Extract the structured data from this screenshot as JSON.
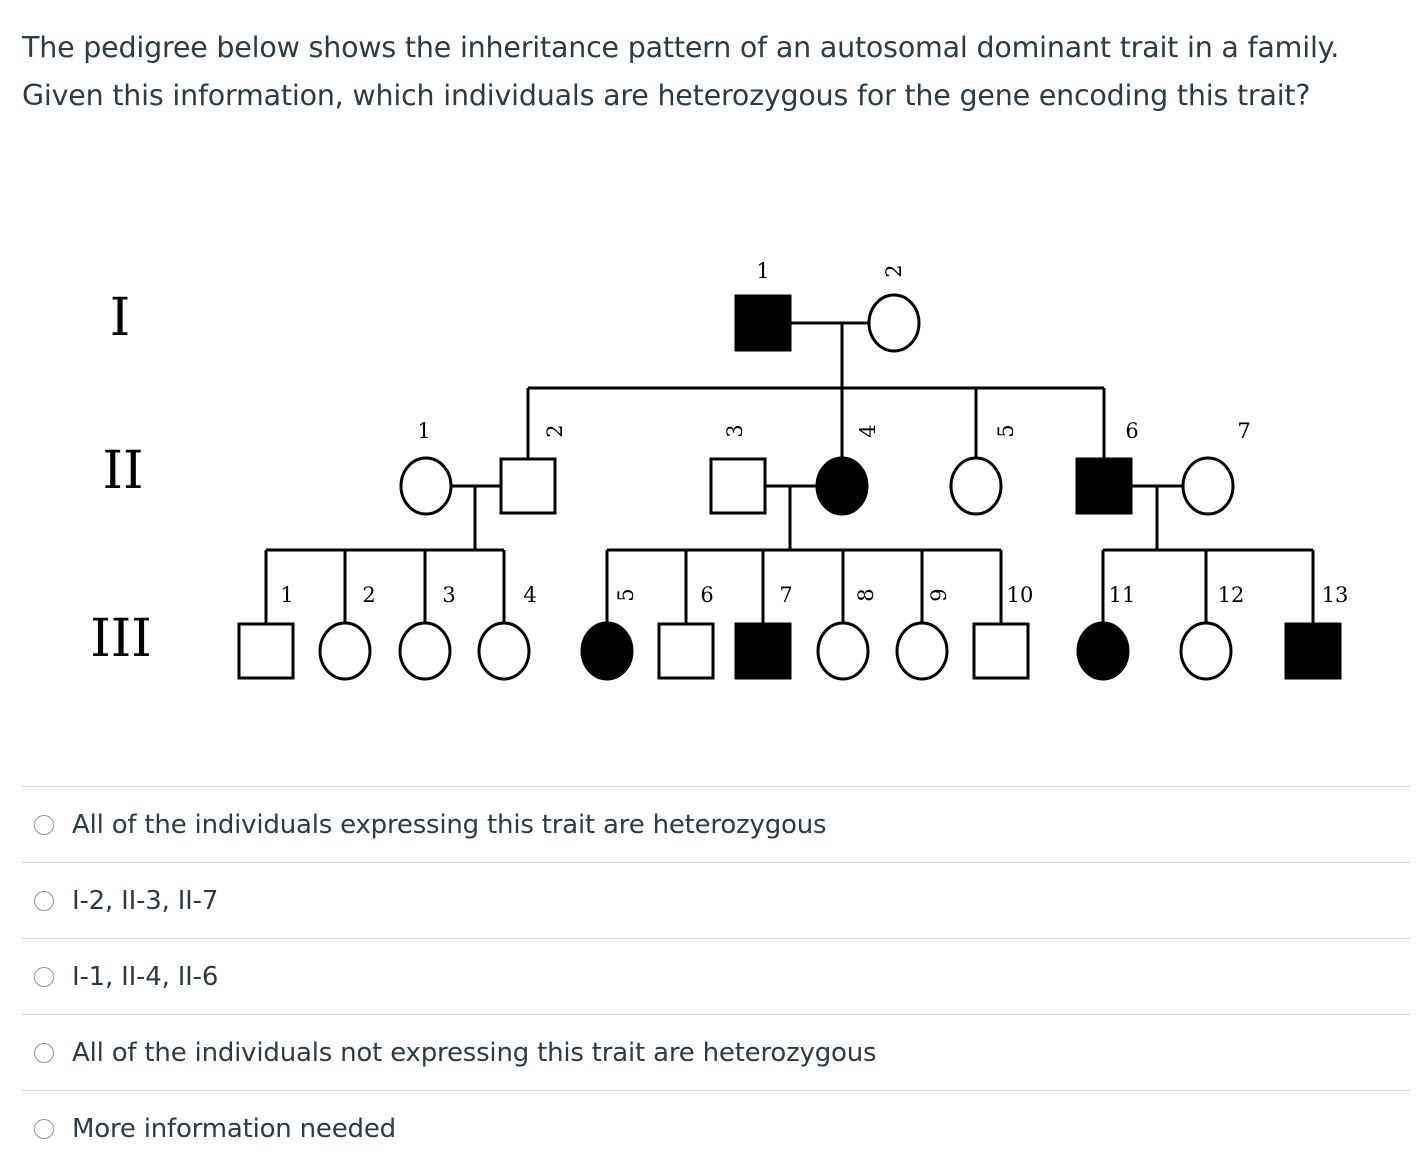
{
  "question": {
    "line1": "The pedigree below shows the inheritance pattern of an autosomal dominant trait in a family.",
    "line2": "Given this information, which individuals are heterozygous for the gene encoding this trait?"
  },
  "pedigree": {
    "generation_labels": [
      "I",
      "II",
      "III"
    ],
    "generation_I": [
      {
        "id": "1",
        "sex": "male",
        "affected": true
      },
      {
        "id": "2",
        "sex": "female",
        "affected": false
      }
    ],
    "generation_II": [
      {
        "id": "1",
        "sex": "female",
        "affected": false
      },
      {
        "id": "2",
        "sex": "male",
        "affected": false
      },
      {
        "id": "3",
        "sex": "male",
        "affected": false
      },
      {
        "id": "4",
        "sex": "female",
        "affected": true
      },
      {
        "id": "5",
        "sex": "female",
        "affected": false
      },
      {
        "id": "6",
        "sex": "male",
        "affected": true
      },
      {
        "id": "7",
        "sex": "female",
        "affected": false
      }
    ],
    "generation_III": [
      {
        "id": "1",
        "sex": "male",
        "affected": false
      },
      {
        "id": "2",
        "sex": "female",
        "affected": false
      },
      {
        "id": "3",
        "sex": "female",
        "affected": false
      },
      {
        "id": "4",
        "sex": "female",
        "affected": false
      },
      {
        "id": "5",
        "sex": "female",
        "affected": true
      },
      {
        "id": "6",
        "sex": "male",
        "affected": false
      },
      {
        "id": "7",
        "sex": "male",
        "affected": true
      },
      {
        "id": "8",
        "sex": "female",
        "affected": false
      },
      {
        "id": "9",
        "sex": "female",
        "affected": false
      },
      {
        "id": "10",
        "sex": "male",
        "affected": false
      },
      {
        "id": "11",
        "sex": "female",
        "affected": true
      },
      {
        "id": "12",
        "sex": "female",
        "affected": false
      },
      {
        "id": "13",
        "sex": "male",
        "affected": true
      }
    ]
  },
  "answers": [
    "All of the individuals expressing this trait are heterozygous",
    "I-2, II-3, II-7",
    "I-1, II-4, II-6",
    "All of the individuals not expressing this trait are heterozygous",
    "More information needed"
  ]
}
